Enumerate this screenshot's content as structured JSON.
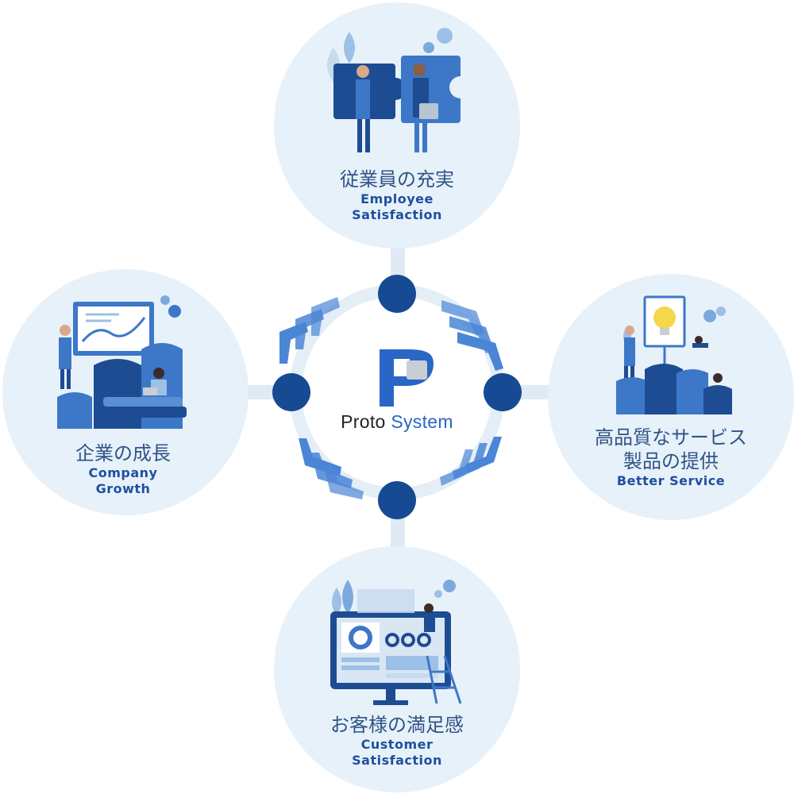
{
  "colors": {
    "bubble": "#e7f1f9",
    "connector": "#dfeaf4",
    "node": "#164a93",
    "arrow": "#4a85d6",
    "illustration": "#3d77c8",
    "illustration_light": "#9cc0e6",
    "illustration_dark": "#1d4c93"
  },
  "center": {
    "logo_mark": "P",
    "brand_part1": "Proto",
    "brand_part2": "System"
  },
  "nodes": [
    {
      "name": "top",
      "ja": "従業員の充実",
      "en": [
        "Employee",
        "Satisfaction"
      ],
      "illustration": "handshake-puzzle-icon"
    },
    {
      "name": "right",
      "ja": [
        "高品質なサービス",
        "製品の提供"
      ],
      "en": [
        "Better Service"
      ],
      "illustration": "lightbulb-presentation-icon"
    },
    {
      "name": "bottom",
      "ja": "お客様の満足感",
      "en": [
        "Customer",
        "Satisfaction"
      ],
      "illustration": "dashboard-monitor-icon"
    },
    {
      "name": "left",
      "ja": "企業の成長",
      "en": [
        "Company",
        "Growth"
      ],
      "illustration": "growth-chart-icon"
    }
  ]
}
